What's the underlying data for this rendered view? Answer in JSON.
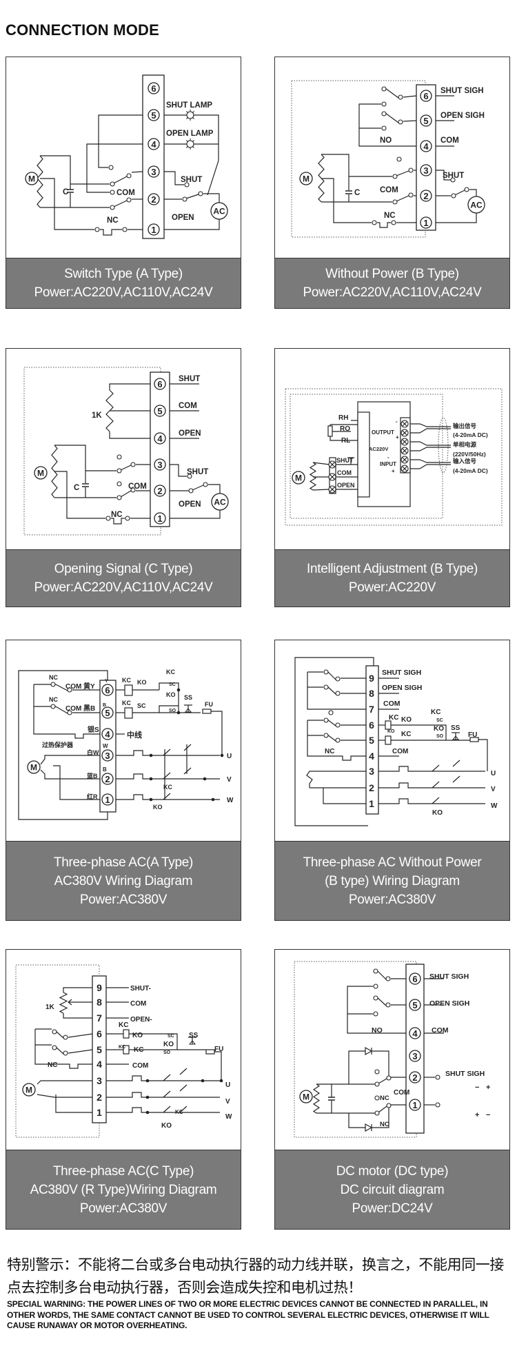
{
  "title": "CONNECTION MODE",
  "panels": [
    {
      "caption": [
        "Switch Type (A Type)",
        "Power:AC220V,AC110V,AC24V"
      ],
      "labels": [
        "SHUT LAMP",
        "OPEN LAMP",
        "SHUT",
        "COM",
        "NC",
        "OPEN",
        "AC",
        "M",
        "C"
      ],
      "terminals": [
        "6",
        "5",
        "4",
        "3",
        "2",
        "1"
      ]
    },
    {
      "caption": [
        "Without Power (B Type)",
        "Power:AC220V,AC110V,AC24V"
      ],
      "labels": [
        "SHUT SIGH",
        "OPEN SIGH",
        "COM",
        "NO",
        "SHUT",
        "COM",
        "NC",
        "C",
        "M",
        "AC"
      ],
      "terminals": [
        "6",
        "5",
        "4",
        "3",
        "2",
        "1"
      ]
    },
    {
      "caption": [
        "Opening Signal (C Type)",
        "Power:AC220V,AC110V,AC24V"
      ],
      "labels": [
        "SHUT",
        "COM",
        "OPEN",
        "1K",
        "SHUT",
        "COM",
        "OPEN",
        "NC",
        "C",
        "M",
        "AC"
      ],
      "terminals": [
        "6",
        "5",
        "4",
        "3",
        "2",
        "1"
      ]
    },
    {
      "caption": [
        "Intelligent Adjustment (B Type)",
        "Power:AC220V"
      ],
      "labels": [
        "RH",
        "RO",
        "RL",
        "OUTPUT",
        "AC220V",
        "INPUT",
        "-",
        "+",
        "-",
        "+",
        "输出信号",
        "(4-20mA DC)",
        "单相电源",
        "(220V/50Hz)",
        "输入信号",
        "(4-20mA DC)",
        "SHUT",
        "COM",
        "OPEN",
        "M"
      ],
      "terminals": []
    },
    {
      "caption": [
        "Three-phase AC(A Type)",
        "AC380V Wiring Diagram",
        "Power:AC380V"
      ],
      "labels": [
        "NC",
        "COM",
        "黄Y",
        "NC",
        "COM",
        "黑B",
        "银S",
        "中线",
        "过热保护器",
        "W",
        "白W",
        "B",
        "蓝B",
        "红R",
        "M",
        "KC",
        "KO",
        "KC",
        "SC",
        "KC",
        "SC",
        "KO",
        "SO",
        "SS",
        "FU",
        "U",
        "V",
        "W",
        "KC",
        "KO",
        "Y",
        "B"
      ],
      "terminals": [
        "6",
        "5",
        "4",
        "3",
        "2",
        "1"
      ]
    },
    {
      "caption": [
        "Three-phase AC Without Power",
        "(B type)  Wiring Diagram",
        "Power:AC380V"
      ],
      "labels": [
        "SHUT SIGH",
        "OPEN SIGH",
        "COM",
        "KC",
        "KO",
        "KC",
        "SC",
        "KO",
        "KC",
        "KO",
        "SO",
        "SS",
        "FU",
        "NC",
        "COM",
        "U",
        "V",
        "W",
        "KO"
      ],
      "terminals": [
        "9",
        "8",
        "7",
        "6",
        "5",
        "4",
        "3",
        "2",
        "1"
      ]
    },
    {
      "caption": [
        "Three-phase AC(C Type)",
        "AC380V (R Type)Wiring Diagram",
        "Power:AC380V"
      ],
      "labels": [
        "SHUT-",
        "COM",
        "OPEN-",
        "1K",
        "KC",
        "KO",
        "SC",
        "SS",
        "KC",
        "KC",
        "KO",
        "SO",
        "FU",
        "NC",
        "COM",
        "U",
        "V",
        "W",
        "KO",
        "KC",
        "M"
      ],
      "terminals": [
        "9",
        "8",
        "7",
        "6",
        "5",
        "4",
        "3",
        "2",
        "1"
      ]
    },
    {
      "caption": [
        "DC motor (DC type)",
        "DC circuit diagram",
        "Power:DC24V"
      ],
      "labels": [
        "SHUT SIGH",
        "OPEN SIGH",
        "COM",
        "NO",
        "SHUT SIGH",
        "−",
        "+",
        "+",
        "−",
        "NC",
        "COM",
        "NC",
        "M"
      ],
      "terminals": [
        "6",
        "5",
        "4",
        "3",
        "2",
        "1"
      ]
    }
  ],
  "warning": {
    "chinese": "特别警示：不能将二台或多台电动执行器的动力线并联，换言之，不能用同一接点去控制多台电动执行器，否则会造成失控和电机过热！",
    "english": "SPECIAL WARNING: THE POWER LINES OF TWO OR MORE ELECTRIC DEVICES CANNOT BE CONNECTED IN PARALLEL, IN OTHER WORDS, THE SAME CONTACT CANNOT BE USED TO CONTROL SEVERAL ELECTRIC DEVICES, OTHERWISE IT WILL CAUSE RUNAWAY OR MOTOR OVERHEATING."
  },
  "colors": {
    "caption_bg": "#7a7a7a",
    "caption_text": "#ffffff",
    "line": "#222222"
  }
}
